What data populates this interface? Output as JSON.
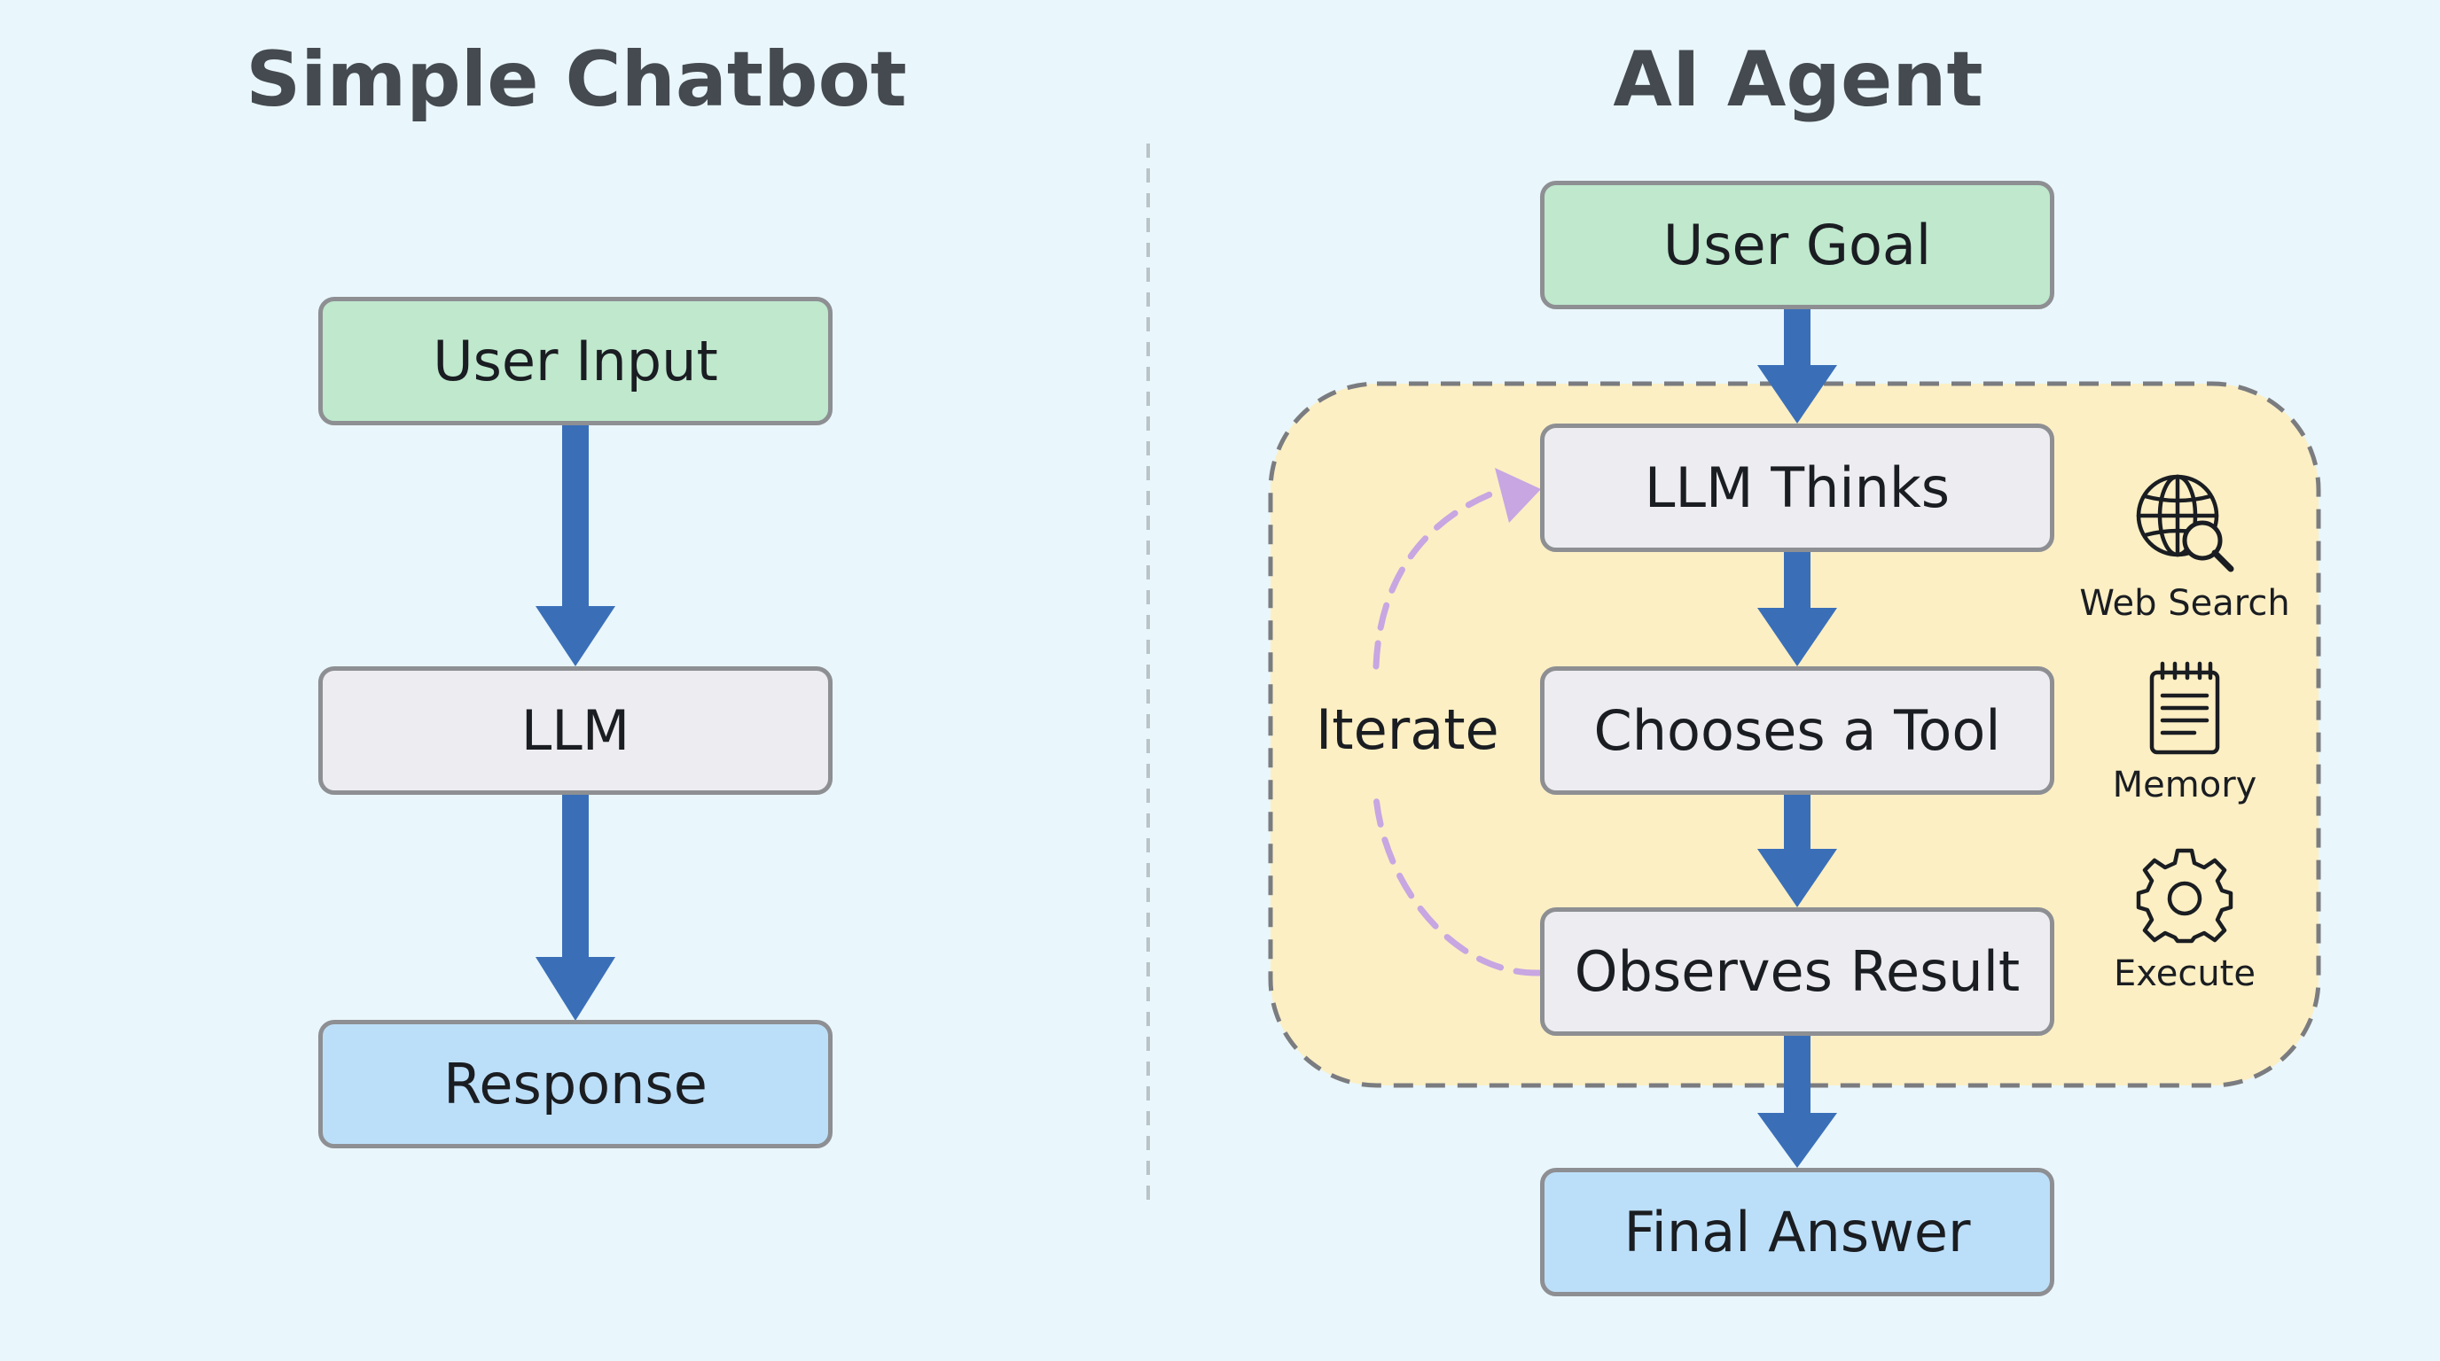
{
  "left_panel": {
    "title": "Simple Chatbot",
    "nodes": {
      "input": "User Input",
      "llm": "LLM",
      "response": "Response"
    }
  },
  "right_panel": {
    "title": "AI Agent",
    "nodes": {
      "goal": "User Goal",
      "thinks": "LLM Thinks",
      "chooses": "Chooses a Tool",
      "observes": "Observes Result",
      "final": "Final Answer"
    },
    "loop_label": "Iterate",
    "tools": [
      {
        "icon": "globe-search-icon",
        "label": "Web Search"
      },
      {
        "icon": "notepad-icon",
        "label": "Memory"
      },
      {
        "icon": "gear-icon",
        "label": "Execute"
      }
    ]
  },
  "colors": {
    "background": "#e9f6fb",
    "arrow": "#3a6fb8",
    "loop_area": "#fcefc4",
    "loop_arrow": "#c7a6e2",
    "input_box": "#bfe8cd",
    "process_box": "#ececf1",
    "output_box": "#bcdff9"
  }
}
